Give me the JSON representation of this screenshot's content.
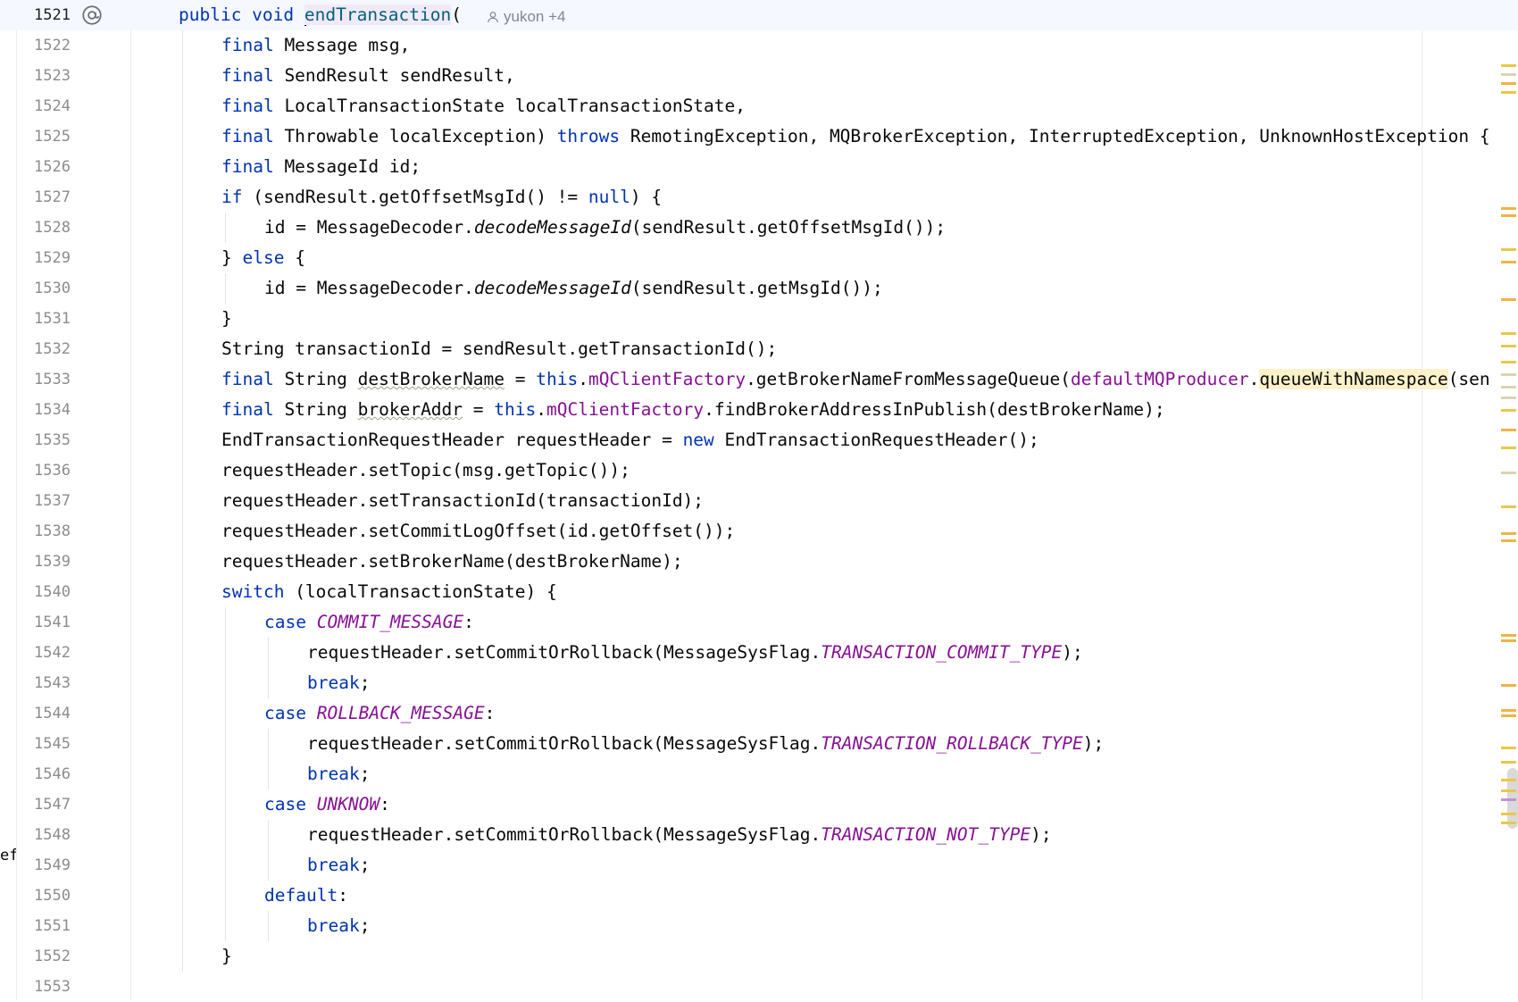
{
  "editor": {
    "current_line": "1521",
    "inlay_hint": "yukon +4",
    "side_fragment": "ef",
    "lines": [
      {
        "n": "1521"
      },
      {
        "n": "1522"
      },
      {
        "n": "1523"
      },
      {
        "n": "1524"
      },
      {
        "n": "1525"
      },
      {
        "n": "1526"
      },
      {
        "n": "1527"
      },
      {
        "n": "1528"
      },
      {
        "n": "1529"
      },
      {
        "n": "1530"
      },
      {
        "n": "1531"
      },
      {
        "n": "1532"
      },
      {
        "n": "1533"
      },
      {
        "n": "1534"
      },
      {
        "n": "1535"
      },
      {
        "n": "1536"
      },
      {
        "n": "1537"
      },
      {
        "n": "1538"
      },
      {
        "n": "1539"
      },
      {
        "n": "1540"
      },
      {
        "n": "1541"
      },
      {
        "n": "1542"
      },
      {
        "n": "1543"
      },
      {
        "n": "1544"
      },
      {
        "n": "1545"
      },
      {
        "n": "1546"
      },
      {
        "n": "1547"
      },
      {
        "n": "1548"
      },
      {
        "n": "1549"
      },
      {
        "n": "1550"
      },
      {
        "n": "1551"
      },
      {
        "n": "1552"
      },
      {
        "n": "1553"
      }
    ],
    "code": [
      [
        [
          "public void ",
          "kw"
        ],
        [
          "",
          "caret"
        ],
        [
          "endTransaction",
          "fn meth-hl"
        ],
        [
          "(",
          ""
        ]
      ],
      [
        [
          "final",
          "kw"
        ],
        [
          " Message msg,",
          ""
        ]
      ],
      [
        [
          "final",
          "kw"
        ],
        [
          " SendResult sendResult,",
          ""
        ]
      ],
      [
        [
          "final",
          "kw"
        ],
        [
          " LocalTransactionState localTransactionState,",
          ""
        ]
      ],
      [
        [
          "final",
          "kw"
        ],
        [
          " Throwable localException) ",
          ""
        ],
        [
          "throws",
          "kw"
        ],
        [
          " RemotingException, MQBrokerException, InterruptedException, UnknownHostException {",
          ""
        ]
      ],
      [
        [
          "final",
          "kw"
        ],
        [
          " MessageId id;",
          ""
        ]
      ],
      [
        [
          "if",
          "kw"
        ],
        [
          " (sendResult.getOffsetMsgId() != ",
          ""
        ],
        [
          "null",
          "kw"
        ],
        [
          ") {",
          ""
        ]
      ],
      [
        [
          "id = MessageDecoder.",
          ""
        ],
        [
          "decodeMessageId",
          "sm"
        ],
        [
          "(sendResult.getOffsetMsgId());",
          ""
        ]
      ],
      [
        [
          "} ",
          ""
        ],
        [
          "else",
          "kw"
        ],
        [
          " {",
          ""
        ]
      ],
      [
        [
          "id = MessageDecoder.",
          ""
        ],
        [
          "decodeMessageId",
          "sm"
        ],
        [
          "(sendResult.getMsgId());",
          ""
        ]
      ],
      [
        [
          "}",
          ""
        ]
      ],
      [
        [
          "String transactionId = sendResult.getTransactionId();",
          ""
        ]
      ],
      [
        [
          "final",
          "kw"
        ],
        [
          " String ",
          ""
        ],
        [
          "destBrokerName",
          "wavy"
        ],
        [
          " = ",
          ""
        ],
        [
          "this",
          "kw"
        ],
        [
          ".",
          ""
        ],
        [
          "mQClientFactory",
          "fld"
        ],
        [
          ".getBrokerNameFromMessageQueue(",
          ""
        ],
        [
          "defaultMQProducer",
          "fld"
        ],
        [
          ".",
          ""
        ],
        [
          "queueWithNamespace",
          "hl"
        ],
        [
          "(sen",
          ""
        ]
      ],
      [
        [
          "final",
          "kw"
        ],
        [
          " String ",
          ""
        ],
        [
          "brokerAddr",
          "wavy"
        ],
        [
          " = ",
          ""
        ],
        [
          "this",
          "kw"
        ],
        [
          ".",
          ""
        ],
        [
          "mQClientFactory",
          "fld"
        ],
        [
          ".findBrokerAddressInPublish(destBrokerName);",
          ""
        ]
      ],
      [
        [
          "EndTransactionRequestHeader requestHeader = ",
          ""
        ],
        [
          "new",
          "kw"
        ],
        [
          " EndTransactionRequestHeader();",
          ""
        ]
      ],
      [
        [
          "requestHeader.setTopic(msg.getTopic());",
          ""
        ]
      ],
      [
        [
          "requestHeader.setTransactionId(transactionId);",
          ""
        ]
      ],
      [
        [
          "requestHeader.setCommitLogOffset(id.getOffset());",
          ""
        ]
      ],
      [
        [
          "requestHeader.setBrokerName(destBrokerName);",
          ""
        ]
      ],
      [
        [
          "switch",
          "kw"
        ],
        [
          " (localTransactionState) {",
          ""
        ]
      ],
      [
        [
          "case",
          "kw"
        ],
        [
          " ",
          ""
        ],
        [
          "COMMIT_MESSAGE",
          "cst"
        ],
        [
          ":",
          ""
        ]
      ],
      [
        [
          "requestHeader.setCommitOrRollback(MessageSysFlag.",
          ""
        ],
        [
          "TRANSACTION_COMMIT_TYPE",
          "cst"
        ],
        [
          ");",
          ""
        ]
      ],
      [
        [
          "break",
          "kw"
        ],
        [
          ";",
          ""
        ]
      ],
      [
        [
          "case",
          "kw"
        ],
        [
          " ",
          ""
        ],
        [
          "ROLLBACK_MESSAGE",
          "cst"
        ],
        [
          ":",
          ""
        ]
      ],
      [
        [
          "requestHeader.setCommitOrRollback(MessageSysFlag.",
          ""
        ],
        [
          "TRANSACTION_ROLLBACK_TYPE",
          "cst"
        ],
        [
          ");",
          ""
        ]
      ],
      [
        [
          "break",
          "kw"
        ],
        [
          ";",
          ""
        ]
      ],
      [
        [
          "case",
          "kw"
        ],
        [
          " ",
          ""
        ],
        [
          "UNKNOW",
          "cst"
        ],
        [
          ":",
          ""
        ]
      ],
      [
        [
          "requestHeader.setCommitOrRollback(MessageSysFlag.",
          ""
        ],
        [
          "TRANSACTION_NOT_TYPE",
          "cst"
        ],
        [
          ");",
          ""
        ]
      ],
      [
        [
          "break",
          "kw"
        ],
        [
          ";",
          ""
        ]
      ],
      [
        [
          "default",
          "kw"
        ],
        [
          ":",
          ""
        ]
      ],
      [
        [
          "break",
          "kw"
        ],
        [
          ";",
          ""
        ]
      ],
      [
        [
          "}",
          ""
        ]
      ],
      []
    ],
    "indent": [
      0,
      1,
      1,
      1,
      1,
      1,
      1,
      2,
      1,
      2,
      1,
      1,
      1,
      1,
      1,
      1,
      1,
      1,
      1,
      1,
      2,
      3,
      3,
      2,
      3,
      3,
      2,
      3,
      3,
      2,
      3,
      1,
      0
    ]
  }
}
